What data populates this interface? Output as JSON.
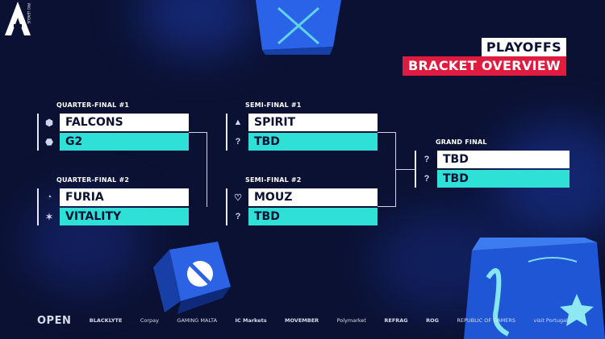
{
  "event": {
    "logo_lines": [
      "PRO",
      "LEAGUE"
    ]
  },
  "title": {
    "line1": "PLAYOFFS",
    "line2": "BRACKET OVERVIEW"
  },
  "colors": {
    "background": "#0b1132",
    "accent_cyan": "#2fe0d6",
    "accent_red": "#e01b3f",
    "cube_blue": "#1f57d6"
  },
  "bracket": {
    "qf1": {
      "label": "QUARTER-FINAL #1",
      "team1": "FALCONS",
      "team2": "G2",
      "icon1": "falcons-logo",
      "icon2": "g2-logo"
    },
    "qf2": {
      "label": "QUARTER-FINAL #2",
      "team1": "FURIA",
      "team2": "VITALITY",
      "icon1": "furia-logo",
      "icon2": "vitality-logo"
    },
    "sf1": {
      "label": "SEMI-FINAL #1",
      "team1": "SPIRIT",
      "team2": "TBD",
      "icon1": "spirit-logo",
      "icon2": "?"
    },
    "sf2": {
      "label": "SEMI-FINAL #2",
      "team1": "MOUZ",
      "team2": "TBD",
      "icon1": "mouz-logo",
      "icon2": "?"
    },
    "gf": {
      "label": "GRAND FINAL",
      "team1": "TBD",
      "team2": "TBD",
      "icon1": "?",
      "icon2": "?"
    }
  },
  "sponsors": [
    "OPEN",
    "BLACKLYTE",
    "Corpay",
    "GAMING MALTA",
    "IC Markets",
    "MOVEMBER",
    "Polymarket",
    "REFRAG",
    "ROG",
    "REPUBLIC OF GAMERS",
    "visit Portugal"
  ]
}
